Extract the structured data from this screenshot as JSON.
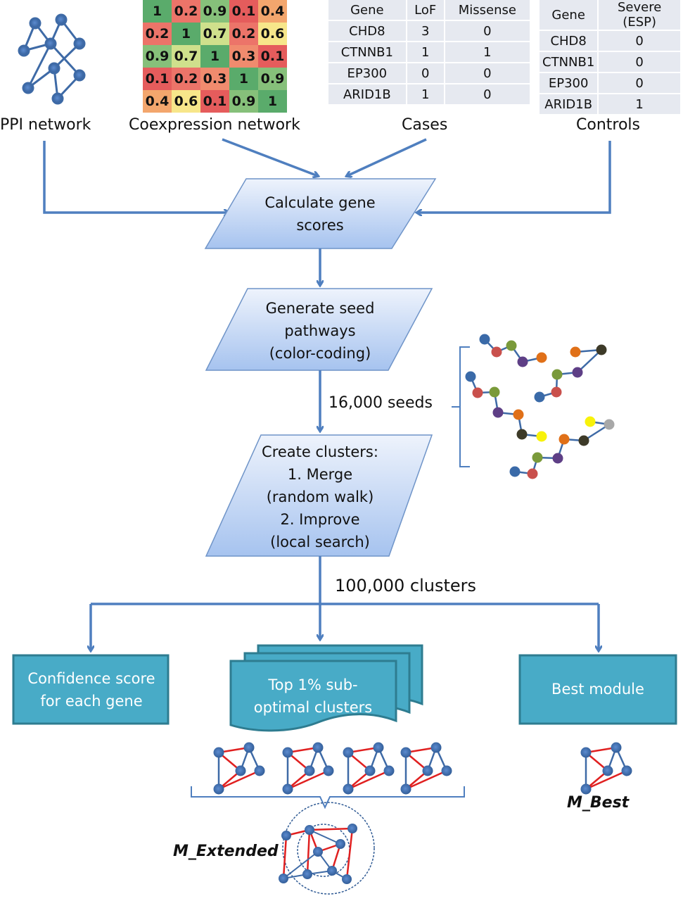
{
  "inputs": {
    "ppi": {
      "label": "PPI network",
      "icon": "network-graph-icon"
    },
    "coexpression": {
      "label": "Coexpression network",
      "matrix": [
        [
          "1",
          "0.2",
          "0.9",
          "0.1",
          "0.4"
        ],
        [
          "0.2",
          "1",
          "0.7",
          "0.2",
          "0.6"
        ],
        [
          "0.9",
          "0.7",
          "1",
          "0.3",
          "0.1"
        ],
        [
          "0.1",
          "0.2",
          "0.3",
          "1",
          "0.9"
        ],
        [
          "0.4",
          "0.6",
          "0.1",
          "0.9",
          "1"
        ]
      ],
      "colors": {
        "1": "#5aab6b",
        "0.9": "#86c07a",
        "0.7": "#cfe08c",
        "0.6": "#f7e68a",
        "0.4": "#f3a66d",
        "0.3": "#f08b6e",
        "0.2": "#ec7469",
        "0.1": "#e55c5c"
      }
    },
    "cases": {
      "label": "Cases",
      "headers": [
        "Gene",
        "LoF",
        "Missense"
      ],
      "rows": [
        [
          "CHD8",
          "3",
          "0"
        ],
        [
          "CTNNB1",
          "1",
          "1"
        ],
        [
          "EP300",
          "0",
          "0"
        ],
        [
          "ARID1B",
          "1",
          "0"
        ]
      ]
    },
    "controls": {
      "label": "Controls",
      "headers": [
        "Gene",
        "Severe (ESP)"
      ],
      "rows": [
        [
          "CHD8",
          "0"
        ],
        [
          "CTNNB1",
          "0"
        ],
        [
          "EP300",
          "0"
        ],
        [
          "ARID1B",
          "1"
        ]
      ]
    }
  },
  "steps": {
    "calculate": [
      "Calculate gene",
      "scores"
    ],
    "generate": [
      "Generate seed",
      "pathways",
      "(color-coding)"
    ],
    "cluster": [
      "Create clusters:",
      "1. Merge",
      "(random walk)",
      "2. Improve",
      "(local search)"
    ]
  },
  "annotations": {
    "seeds": "16,000 seeds",
    "clusters": "100,000 clusters"
  },
  "outputs": {
    "confidence": [
      "Confidence score",
      "for each gene"
    ],
    "top": [
      "Top 1% sub-",
      "optimal clusters"
    ],
    "best": [
      "Best module"
    ],
    "m_extended": "M_Extended",
    "m_best": "M_Best"
  },
  "seed_colors": {
    "blue": "#3a6aa8",
    "red": "#c9504c",
    "green": "#7a9a3a",
    "purple": "#5e3f86",
    "orange": "#e07018",
    "dark": "#3d3a28",
    "yellow": "#f8f20a",
    "gray": "#a8a8a8"
  },
  "colors": {
    "arrow": "#4f7fbf",
    "para_top": "#eef3fc",
    "para_bottom": "#a6c3ef",
    "para_border": "#6f94c8",
    "teal": "#48abc7",
    "teal_border": "#2e7c90",
    "node": "#3e6aa6",
    "red_edge": "#e02020"
  }
}
